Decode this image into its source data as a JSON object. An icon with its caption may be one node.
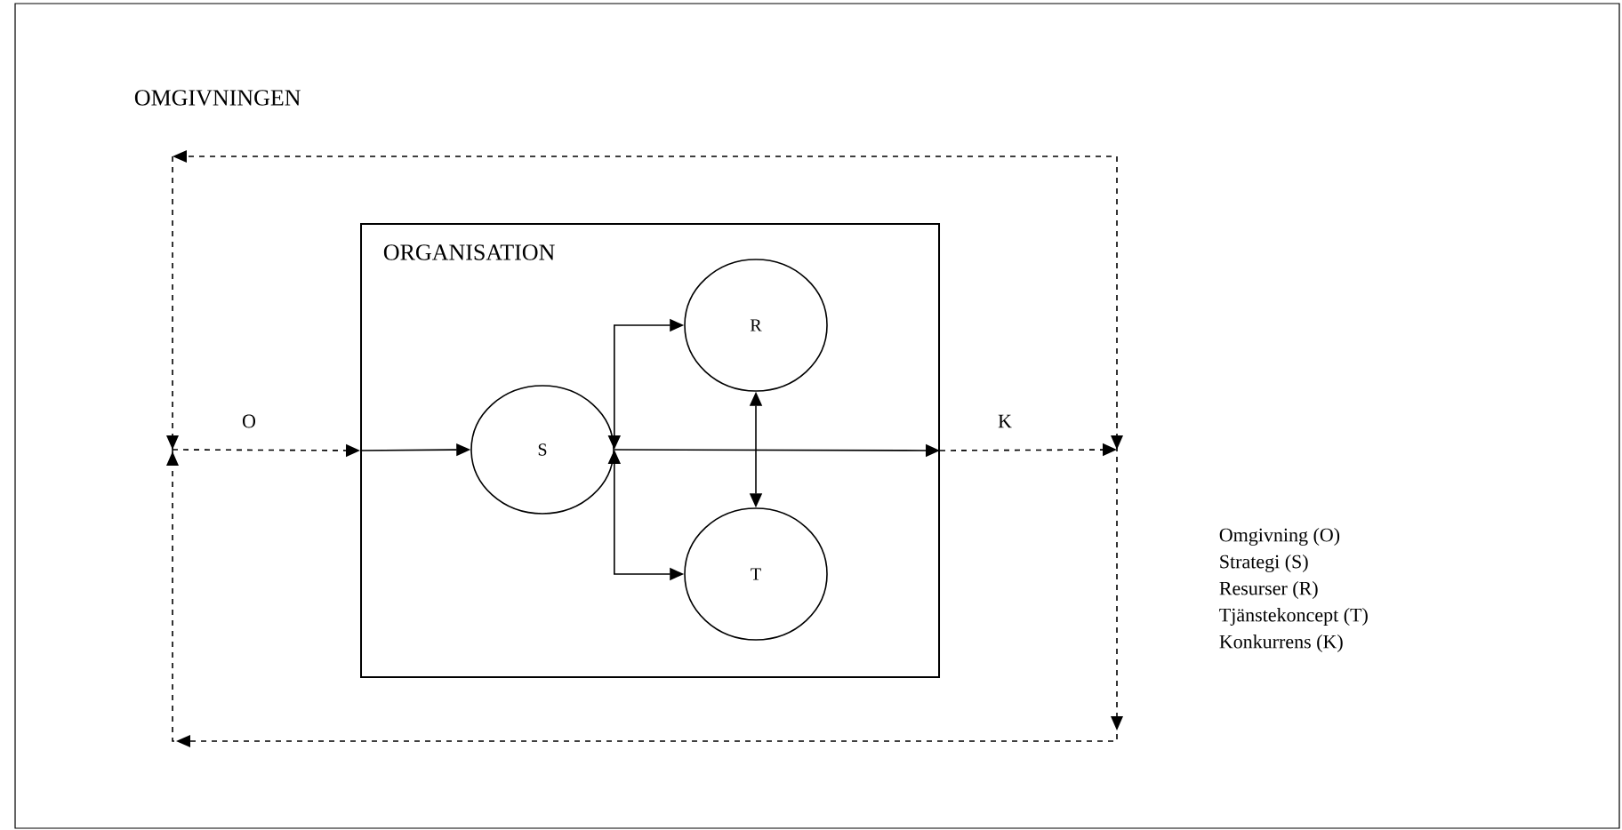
{
  "diagram": {
    "nodes": [
      {
        "text": [
          "OMGIVNINGEN"
        ]
      },
      {
        "text": [
          "ORGANISATION"
        ],
        "in": 0
      },
      {
        "text": [
          "S"
        ],
        "in": 1
      },
      {
        "text": [
          "R"
        ],
        "in": 1
      },
      {
        "text": [
          "T"
        ],
        "in": 1
      }
    ],
    "edges": [
      {
        "from": null,
        "to": 1,
        "arrow": "to",
        "style": "dashed",
        "label": "O"
      },
      {
        "from": 1,
        "to": 2,
        "arrow": "to"
      },
      {
        "from": 2,
        "to": 1,
        "arrow": "to"
      },
      {
        "from": 1,
        "to": null,
        "arrow": "to",
        "style": "dashed",
        "label": "K"
      },
      {
        "from": 2,
        "to": 3,
        "arrow": "both"
      },
      {
        "from": 2,
        "to": 4,
        "arrow": "both"
      },
      {
        "from": 3,
        "to": 4,
        "arrow": "both"
      }
    ],
    "labels": [
      "Omgivning (O)",
      "Strategi (S)",
      "Resurser (R)",
      "Tjänstekoncept (T)",
      "Konkurrens (K)"
    ]
  }
}
